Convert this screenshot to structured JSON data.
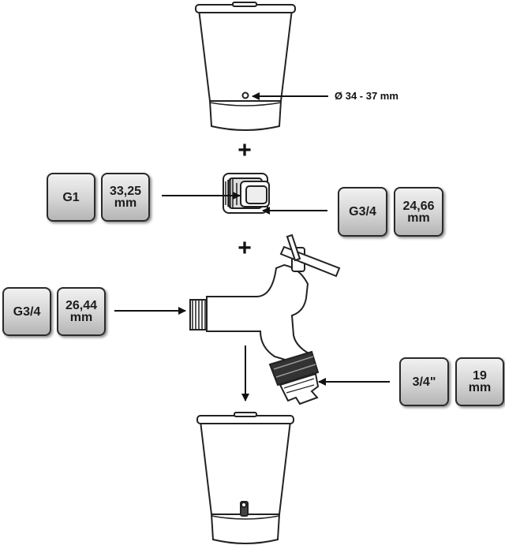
{
  "annotations": {
    "top_hole_diameter": "Ø 34 - 37 mm",
    "plus_1": "+",
    "plus_2": "+"
  },
  "adapter": {
    "left_thread": "G1",
    "left_size": "33,25\nmm",
    "right_thread": "G3/4",
    "right_size": "24,66\nmm"
  },
  "tap": {
    "inlet_thread": "G3/4",
    "inlet_size": "26,44\nmm",
    "outlet_thread": "3/4\"",
    "outlet_size": "19\nmm"
  },
  "icons": [
    "container-top-icon",
    "adapter-fitting-icon",
    "tap-icon",
    "container-bottom-icon"
  ]
}
